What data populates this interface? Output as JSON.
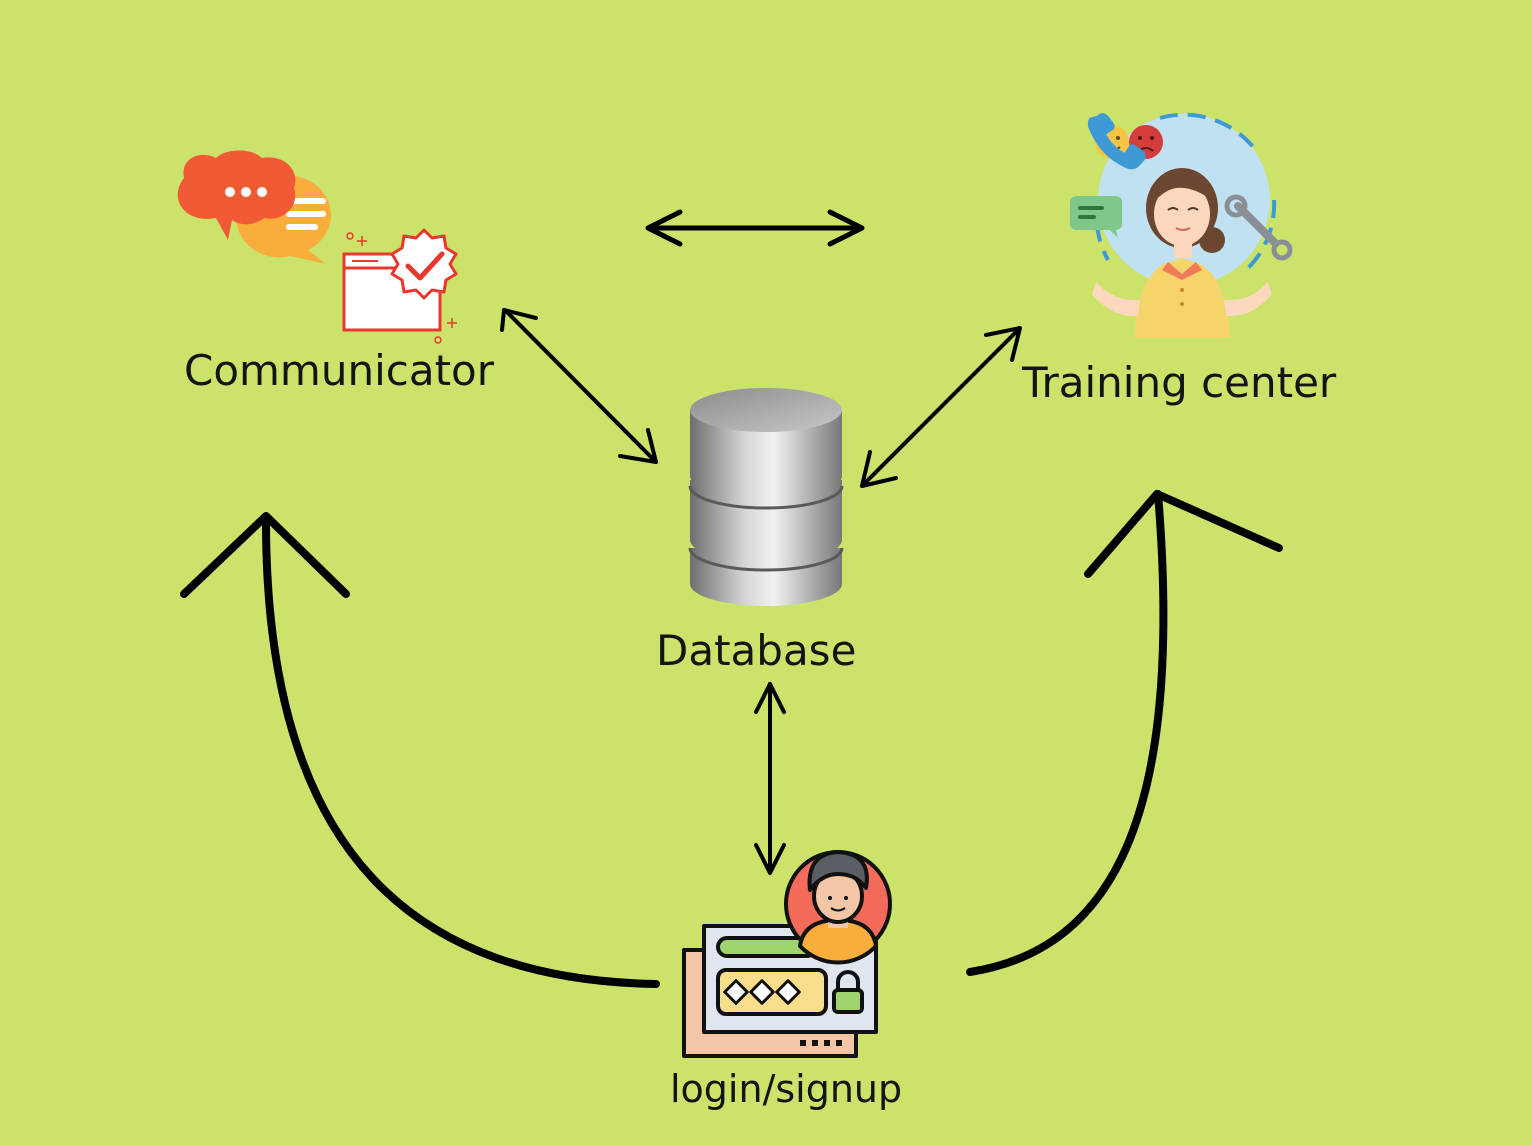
{
  "colors": {
    "background": "#cbe36b",
    "arrow": "#000000",
    "label": "#141414",
    "db_body": "#9a9a9a",
    "bubble_red": "#f05a35",
    "bubble_orange": "#f8ad3c",
    "check_red": "#e8372c"
  },
  "nodes": {
    "communicator": {
      "label": "Communicator",
      "icon": "chat-bubbles-and-approved-document-icon"
    },
    "training_center": {
      "label": "Training center",
      "icon": "support-agent-icon"
    },
    "database": {
      "label": "Database",
      "icon": "database-cylinder-icon"
    },
    "login": {
      "label": "login/signup",
      "icon": "login-form-with-user-avatar-icon"
    }
  },
  "edges": [
    {
      "from": "communicator",
      "to": "training_center",
      "direction": "both"
    },
    {
      "from": "communicator",
      "to": "database",
      "direction": "both"
    },
    {
      "from": "training_center",
      "to": "database",
      "direction": "both"
    },
    {
      "from": "database",
      "to": "login",
      "direction": "both"
    },
    {
      "from": "login",
      "to": "communicator",
      "direction": "forward"
    },
    {
      "from": "login",
      "to": "training_center",
      "direction": "forward"
    }
  ]
}
